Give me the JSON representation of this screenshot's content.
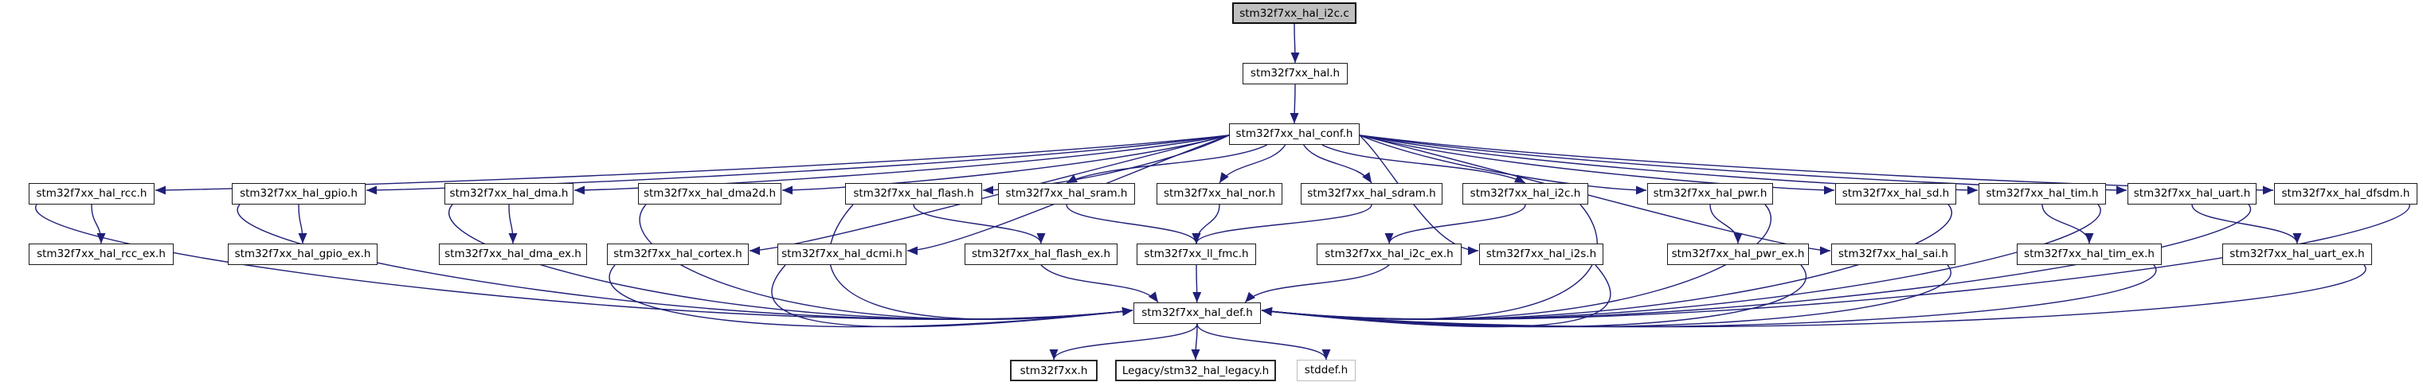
{
  "diagram": {
    "kind": "include-dependency-graph",
    "root": "stm32f7xx_hal_i2c.c",
    "colors": {
      "edge": "#1f1f78",
      "node_fill": "#ffffff",
      "root_fill": "#bfbfbf",
      "border": "#1c1c1c",
      "external_border": "#bdbdbd"
    },
    "nodes": {
      "i2c_c": {
        "label": "stm32f7xx_hal_i2c.c"
      },
      "hal": {
        "label": "stm32f7xx_hal.h"
      },
      "conf": {
        "label": "stm32f7xx_hal_conf.h"
      },
      "rcc": {
        "label": "stm32f7xx_hal_rcc.h"
      },
      "gpio": {
        "label": "stm32f7xx_hal_gpio.h"
      },
      "dma": {
        "label": "stm32f7xx_hal_dma.h"
      },
      "dma2d": {
        "label": "stm32f7xx_hal_dma2d.h"
      },
      "flash": {
        "label": "stm32f7xx_hal_flash.h"
      },
      "sram": {
        "label": "stm32f7xx_hal_sram.h"
      },
      "nor": {
        "label": "stm32f7xx_hal_nor.h"
      },
      "sdram": {
        "label": "stm32f7xx_hal_sdram.h"
      },
      "i2c": {
        "label": "stm32f7xx_hal_i2c.h"
      },
      "pwr": {
        "label": "stm32f7xx_hal_pwr.h"
      },
      "sd": {
        "label": "stm32f7xx_hal_sd.h"
      },
      "tim": {
        "label": "stm32f7xx_hal_tim.h"
      },
      "uart": {
        "label": "stm32f7xx_hal_uart.h"
      },
      "dfsdm": {
        "label": "stm32f7xx_hal_dfsdm.h"
      },
      "rcc_ex": {
        "label": "stm32f7xx_hal_rcc_ex.h"
      },
      "gpio_ex": {
        "label": "stm32f7xx_hal_gpio_ex.h"
      },
      "dma_ex": {
        "label": "stm32f7xx_hal_dma_ex.h"
      },
      "cortex": {
        "label": "stm32f7xx_hal_cortex.h"
      },
      "dcmi": {
        "label": "stm32f7xx_hal_dcmi.h"
      },
      "flash_ex": {
        "label": "stm32f7xx_hal_flash_ex.h"
      },
      "ll_fmc": {
        "label": "stm32f7xx_ll_fmc.h"
      },
      "i2c_ex": {
        "label": "stm32f7xx_hal_i2c_ex.h"
      },
      "i2s": {
        "label": "stm32f7xx_hal_i2s.h"
      },
      "pwr_ex": {
        "label": "stm32f7xx_hal_pwr_ex.h"
      },
      "sai": {
        "label": "stm32f7xx_hal_sai.h"
      },
      "tim_ex": {
        "label": "stm32f7xx_hal_tim_ex.h"
      },
      "uart_ex": {
        "label": "stm32f7xx_hal_uart_ex.h"
      },
      "def": {
        "label": "stm32f7xx_hal_def.h"
      },
      "f7xx": {
        "label": "stm32f7xx.h"
      },
      "legacy": {
        "label": "Legacy/stm32_hal_legacy.h"
      },
      "stddef": {
        "label": "stddef.h"
      }
    },
    "edges": [
      [
        "i2c_c",
        "hal"
      ],
      [
        "hal",
        "conf"
      ],
      [
        "conf",
        "rcc"
      ],
      [
        "conf",
        "gpio"
      ],
      [
        "conf",
        "dma"
      ],
      [
        "conf",
        "dma2d"
      ],
      [
        "conf",
        "cortex"
      ],
      [
        "conf",
        "dcmi"
      ],
      [
        "conf",
        "flash"
      ],
      [
        "conf",
        "sram"
      ],
      [
        "conf",
        "nor"
      ],
      [
        "conf",
        "sdram"
      ],
      [
        "conf",
        "i2c"
      ],
      [
        "conf",
        "i2s"
      ],
      [
        "conf",
        "pwr"
      ],
      [
        "conf",
        "sd"
      ],
      [
        "conf",
        "sai"
      ],
      [
        "conf",
        "tim"
      ],
      [
        "conf",
        "uart"
      ],
      [
        "conf",
        "dfsdm"
      ],
      [
        "rcc",
        "rcc_ex"
      ],
      [
        "gpio",
        "gpio_ex"
      ],
      [
        "dma",
        "dma_ex"
      ],
      [
        "flash",
        "flash_ex"
      ],
      [
        "i2c",
        "i2c_ex"
      ],
      [
        "pwr",
        "pwr_ex"
      ],
      [
        "tim",
        "tim_ex"
      ],
      [
        "uart",
        "uart_ex"
      ],
      [
        "sram",
        "ll_fmc"
      ],
      [
        "nor",
        "ll_fmc"
      ],
      [
        "sdram",
        "ll_fmc"
      ],
      [
        "rcc",
        "def"
      ],
      [
        "gpio",
        "def"
      ],
      [
        "dma",
        "def"
      ],
      [
        "dma2d",
        "def"
      ],
      [
        "cortex",
        "def"
      ],
      [
        "dcmi",
        "def"
      ],
      [
        "flash",
        "def"
      ],
      [
        "flash_ex",
        "def"
      ],
      [
        "ll_fmc",
        "def"
      ],
      [
        "i2c",
        "def"
      ],
      [
        "i2c_ex",
        "def"
      ],
      [
        "i2s",
        "def"
      ],
      [
        "pwr",
        "def"
      ],
      [
        "pwr_ex",
        "def"
      ],
      [
        "sd",
        "def"
      ],
      [
        "sai",
        "def"
      ],
      [
        "tim",
        "def"
      ],
      [
        "tim_ex",
        "def"
      ],
      [
        "uart",
        "def"
      ],
      [
        "uart_ex",
        "def"
      ],
      [
        "dfsdm",
        "def"
      ],
      [
        "def",
        "f7xx"
      ],
      [
        "def",
        "legacy"
      ],
      [
        "def",
        "stddef"
      ]
    ]
  }
}
